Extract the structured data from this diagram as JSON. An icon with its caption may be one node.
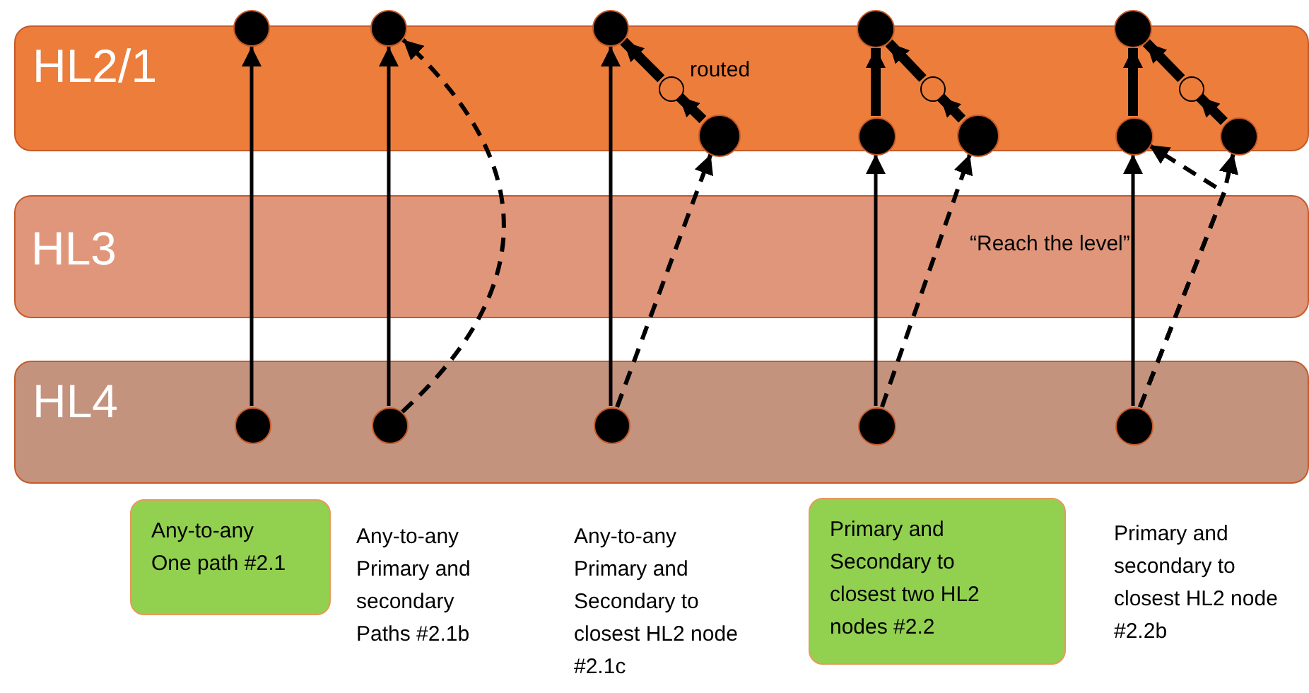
{
  "diagram": {
    "nodes": [
      {
        "text": [
          "HL2/1"
        ]
      },
      {
        "text": [
          "HL4"
        ]
      },
      {
        "text": [],
        "shape": "circle"
      },
      {
        "text": [],
        "shape": "circle",
        "in": 1
      },
      {
        "text": [],
        "shape": "circle"
      },
      {
        "text": [],
        "shape": "circle",
        "in": 1
      },
      {
        "text": [],
        "shape": "circle"
      },
      {
        "text": [],
        "shape": "circle",
        "in": 0
      },
      {
        "text": [],
        "shape": "circle",
        "in": 0
      },
      {
        "text": [],
        "shape": "circle",
        "in": 1
      },
      {
        "text": [],
        "shape": "circle"
      },
      {
        "text": [],
        "shape": "circle",
        "in": 0
      },
      {
        "text": [],
        "shape": "circle",
        "in": 0
      },
      {
        "text": [],
        "shape": "circle",
        "in": 0
      },
      {
        "text": [],
        "shape": "circle",
        "in": 1
      },
      {
        "text": [],
        "shape": "circle"
      },
      {
        "text": [],
        "shape": "circle",
        "in": 0
      },
      {
        "text": [],
        "shape": "circle",
        "in": 0
      },
      {
        "text": [],
        "shape": "circle",
        "in": 0
      },
      {
        "text": [],
        "shape": "circle",
        "in": 1
      },
      {
        "text": [
          "Any-to-any One path #2.1"
        ]
      },
      {
        "text": [
          "Primary and Secondary to closest two HL2 nodes #2.2"
        ]
      }
    ],
    "edges": [
      {
        "from": 3,
        "to": 2,
        "arrow": "to"
      },
      {
        "from": 5,
        "to": 4,
        "arrow": "to"
      },
      {
        "from": 5,
        "to": 4,
        "arrow": "to",
        "style": "dashed"
      },
      {
        "from": 9,
        "to": 6,
        "arrow": "to"
      },
      {
        "from": 9,
        "to": 7,
        "arrow": "to",
        "style": "dashed"
      },
      {
        "from": 7,
        "to": 8,
        "arrow": "to",
        "style": "thick"
      },
      {
        "from": 8,
        "to": 6,
        "arrow": "to",
        "style": "thick"
      },
      {
        "from": 14,
        "to": 11,
        "arrow": "to"
      },
      {
        "from": 11,
        "to": 10,
        "arrow": "to",
        "style": "thick"
      },
      {
        "from": 14,
        "to": 12,
        "arrow": "to",
        "style": "dashed"
      },
      {
        "from": 12,
        "to": 13,
        "arrow": "to",
        "style": "thick"
      },
      {
        "from": 13,
        "to": 10,
        "arrow": "to",
        "style": "thick"
      },
      {
        "from": 19,
        "to": 16,
        "arrow": "to"
      },
      {
        "from": 16,
        "to": 15,
        "arrow": "to",
        "style": "thick"
      },
      {
        "from": 19,
        "to": 16,
        "arrow": "to",
        "style": "dashed"
      },
      {
        "from": 19,
        "to": 17,
        "arrow": "to",
        "style": "dashed"
      },
      {
        "from": 17,
        "to": 18,
        "arrow": "to",
        "style": "thick"
      },
      {
        "from": 18,
        "to": 15,
        "arrow": "to",
        "style": "thick"
      }
    ],
    "labels": [
      "routed",
      "HL3",
      "“Reach the level”",
      "Any-to-any Primary and secondary Paths #2.1b",
      "Any-to-any Primary and Secondary to closest HL2 node #2.1c",
      "Primary and secondary to closest HL2 node #2.2b"
    ]
  }
}
